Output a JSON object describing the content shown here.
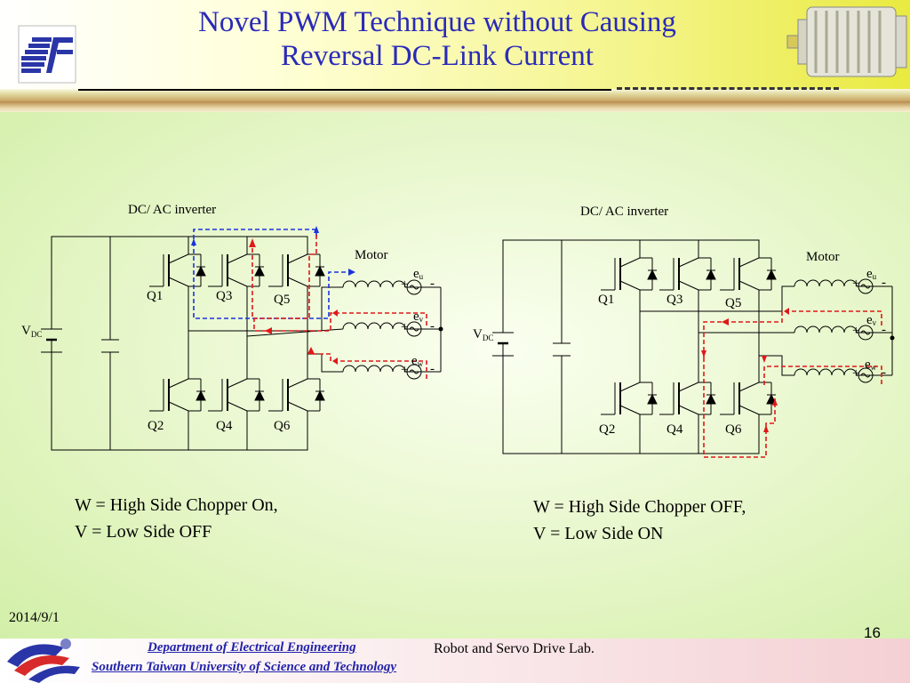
{
  "title": {
    "line1": "Novel PWM Technique without Causing",
    "line2": "Reversal DC-Link Current"
  },
  "diagram": {
    "left": {
      "inverter_label": "DC/ AC inverter",
      "motor_label": "Motor",
      "vdc_main": "V",
      "vdc_sub": "DC",
      "switches": [
        "Q1",
        "Q3",
        "Q5",
        "Q2",
        "Q4",
        "Q6"
      ],
      "emf": [
        {
          "main": "e",
          "sub": "u"
        },
        {
          "main": "e",
          "sub": "v"
        },
        {
          "main": "e",
          "sub": "w"
        }
      ],
      "plus": "+",
      "minus": "-"
    },
    "right": {
      "inverter_label": "DC/ AC inverter",
      "motor_label": "Motor",
      "vdc_main": "V",
      "vdc_sub": "DC",
      "switches": [
        "Q1",
        "Q3",
        "Q5",
        "Q2",
        "Q4",
        "Q6"
      ],
      "emf": [
        {
          "main": "e",
          "sub": "u"
        },
        {
          "main": "e",
          "sub": "v"
        },
        {
          "main": "e",
          "sub": "w"
        }
      ],
      "plus": "+",
      "minus": "-"
    },
    "colors": {
      "path_red": "#e01818",
      "path_blue": "#1a34e0",
      "wire": "#000000"
    }
  },
  "captions": {
    "left": {
      "line1": "W = High Side Chopper On,",
      "line2": "V = Low Side OFF"
    },
    "right": {
      "line1": "W = High Side Chopper OFF,",
      "line2": "V = Low Side ON"
    }
  },
  "footer": {
    "date": "2014/9/1",
    "page": "16",
    "department": "Department of Electrical Engineering",
    "university": "Southern Taiwan University of Science and Technology",
    "lab": "Robot and Servo Drive Lab."
  },
  "icons": [
    "university-logo-icon",
    "motor-icon",
    "footer-logo-icon"
  ]
}
